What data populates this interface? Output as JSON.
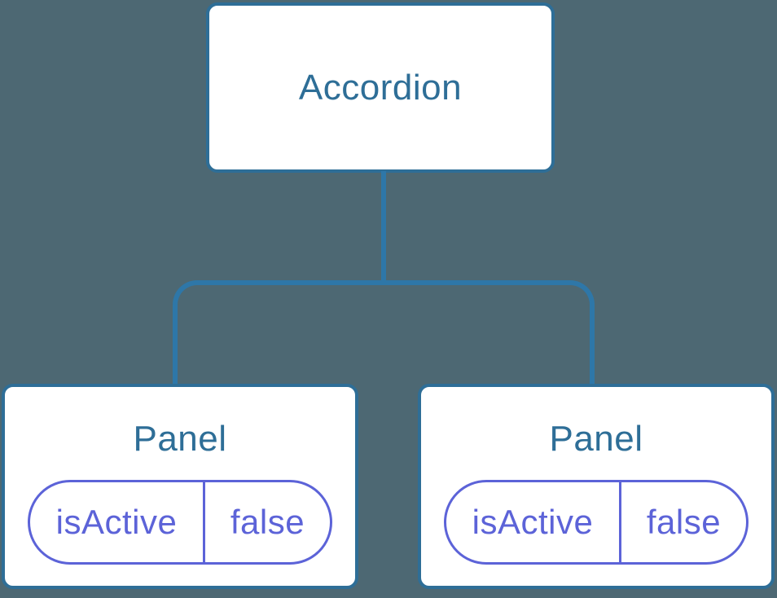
{
  "theme": {
    "background": "#4d6873",
    "node_fill": "#ffffff",
    "node_border": "#2e6e97",
    "node_text": "#2e6e97",
    "connector": "#2e77a8",
    "state_accent": "#5c63d8"
  },
  "tree": {
    "root": {
      "label": "Accordion"
    },
    "children": [
      {
        "label": "Panel",
        "state": {
          "key": "isActive",
          "value": "false"
        }
      },
      {
        "label": "Panel",
        "state": {
          "key": "isActive",
          "value": "false"
        }
      }
    ]
  }
}
